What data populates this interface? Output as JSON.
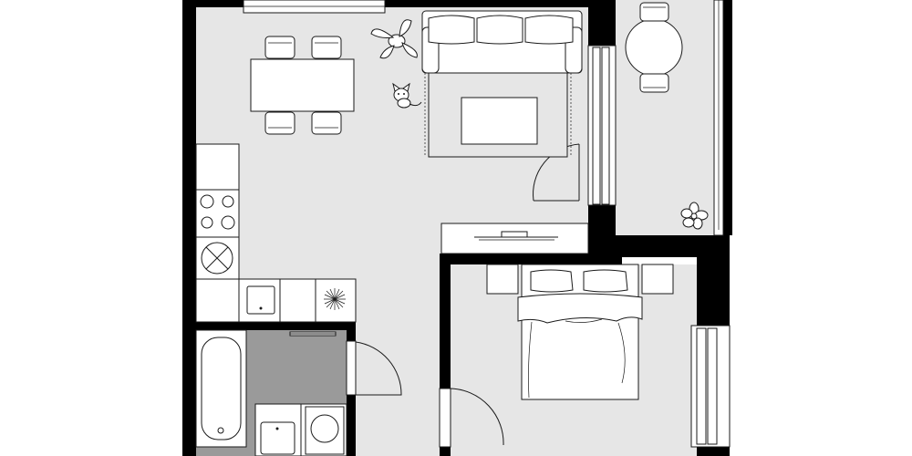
{
  "plan": {
    "background": "#ffffff",
    "wall_color": "#000000",
    "floor_color": "#e6e6e6",
    "bathroom_floor_color": "#9a9a9a",
    "furniture_color": "#ffffff",
    "line_color": "#1a1a1a"
  },
  "rooms": [
    "living-kitchen",
    "bedroom",
    "bathroom",
    "balcony"
  ],
  "icons": [
    "potted-plant-icon",
    "cat-icon",
    "balcony-flower-icon",
    "stove-icon",
    "oven-icon",
    "sink-icon",
    "washing-machine-icon",
    "bathtub-icon"
  ]
}
